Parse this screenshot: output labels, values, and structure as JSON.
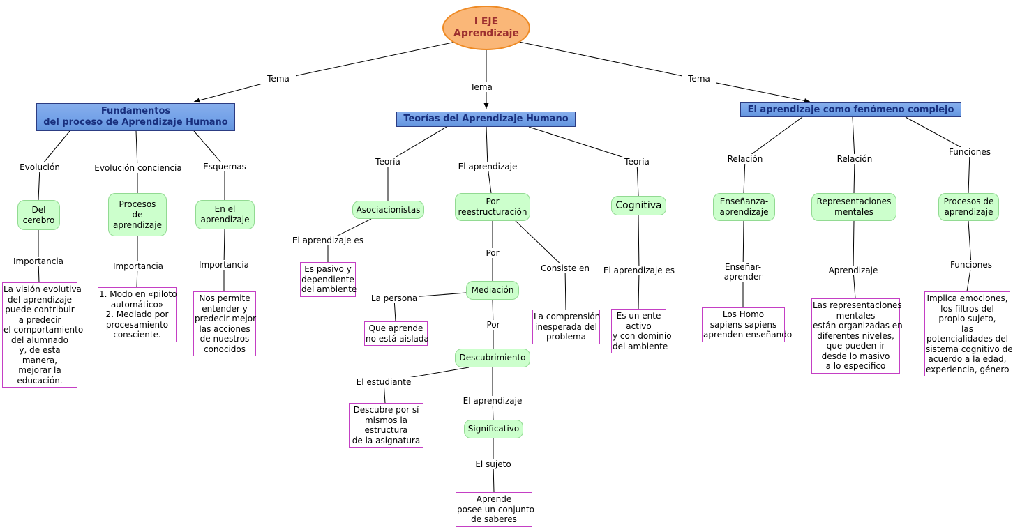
{
  "colors": {
    "root_fill": "#fab778",
    "root_border": "#ee8a24",
    "root_text": "#9c2f2f",
    "topic_fill": "#74a2e8",
    "topic_border": "#2c3c82",
    "topic_text": "#182f7d",
    "concept_fill": "#ccffcc",
    "concept_border": "#92da92",
    "detail_border": "#c43fc4",
    "line_color": "#000000"
  },
  "root_node": {
    "label": "I EJE\nAprendizaje"
  },
  "tema": {
    "left": "Tema",
    "center": "Tema",
    "right": "Tema"
  },
  "fundamentos": {
    "title": "Fundamentos\ndel proceso de Aprendizaje Humano",
    "link_evolucion": "Evolución",
    "link_evolucion_conciencia": "Evolución conciencia",
    "link_esquemas": "Esquemas",
    "link_importancia_1": "Importancia",
    "link_importancia_2": "Importancia",
    "link_importancia_3": "Importancia",
    "concept_del_cerebro": "Del\ncerebro",
    "concept_procesos_de_aprendizaje": "Procesos\nde\naprendizaje",
    "concept_en_el_aprendizaje": "En el\naprendizaje",
    "detail_vision": "La visión evolutiva\ndel aprendizaje\npuede contribuir\na predecir\nel comportamiento\ndel alumnado\ny, de esta\nmanera,\nmejorar la\neducación.",
    "detail_piloto": "1. Modo en «piloto\nautomático»\n2. Mediado por\nprocesamiento\nconsciente.",
    "detail_nos_permite": "Nos permite\nentender y\npredecir mejor\nlas acciones\nde nuestros\nconocidos"
  },
  "teorias": {
    "title": "Teorías del Aprendizaje Humano",
    "link_teoria_1": "Teoría",
    "link_el_aprendizaje": "El aprendizaje",
    "link_teoria_2": "Teoría",
    "link_el_aprendizaje_es_1": "El aprendizaje es",
    "link_por_1": "Por",
    "link_consiste_en": "Consiste en",
    "link_el_aprendizaje_es_2": "El aprendizaje es",
    "link_la_persona": "La persona",
    "link_por_2": "Por",
    "link_el_estudiante": "El estudiante",
    "link_el_aprendizaje_2": "El aprendizaje",
    "link_el_sujeto": "El sujeto",
    "concept_asociacionistas": "Asociacionistas",
    "concept_por_reestructuracion": "Por\nreestructuración",
    "concept_cognitiva": "Cognitiva",
    "concept_mediacion": "Mediación",
    "concept_descubrimiento": "Descubrimiento",
    "concept_significativo": "Significativo",
    "detail_es_pasivo": "Es pasivo y\ndependiente\ndel ambiente",
    "detail_que_aprende": "Que aprende\nno está aislada",
    "detail_comprension": "La comprensión\ninesperada del\nproblema",
    "detail_ente_activo": "Es un ente\nactivo\ny con dominio\ndel ambiente",
    "detail_descubre": "Descubre por sí\nmismos la\nestructura\nde la asignatura",
    "detail_aprende": "Aprende\nposee un conjunto\nde saberes"
  },
  "complejo": {
    "title": "El aprendizaje como fenómeno complejo",
    "link_relacion_1": "Relación",
    "link_relacion_2": "Relación",
    "link_funciones_1": "Funciones",
    "link_ensenar_aprender": "Enseñar-\naprender",
    "link_aprendizaje": "Aprendizaje",
    "link_funciones_2": "Funciones",
    "concept_ensenanza_aprendizaje": "Enseñanza-\naprendizaje",
    "concept_representaciones_mentales": "Representaciones\nmentales",
    "concept_procesos_de_aprendizaje": "Procesos de\naprendizaje",
    "detail_homo": "Los Homo\nsapiens sapiens\naprenden enseñando",
    "detail_representaciones": "Las representaciones\nmentales\nestán organizadas en\ndiferentes niveles,\nque pueden ir\ndesde lo masivo\na lo especifico",
    "detail_implica": "Implica emociones,\nlos filtros del\npropio sujeto,\nlas\npotencialidades del\nsistema cognitivo de\nacuerdo a la edad,\nexperiencia, género"
  }
}
